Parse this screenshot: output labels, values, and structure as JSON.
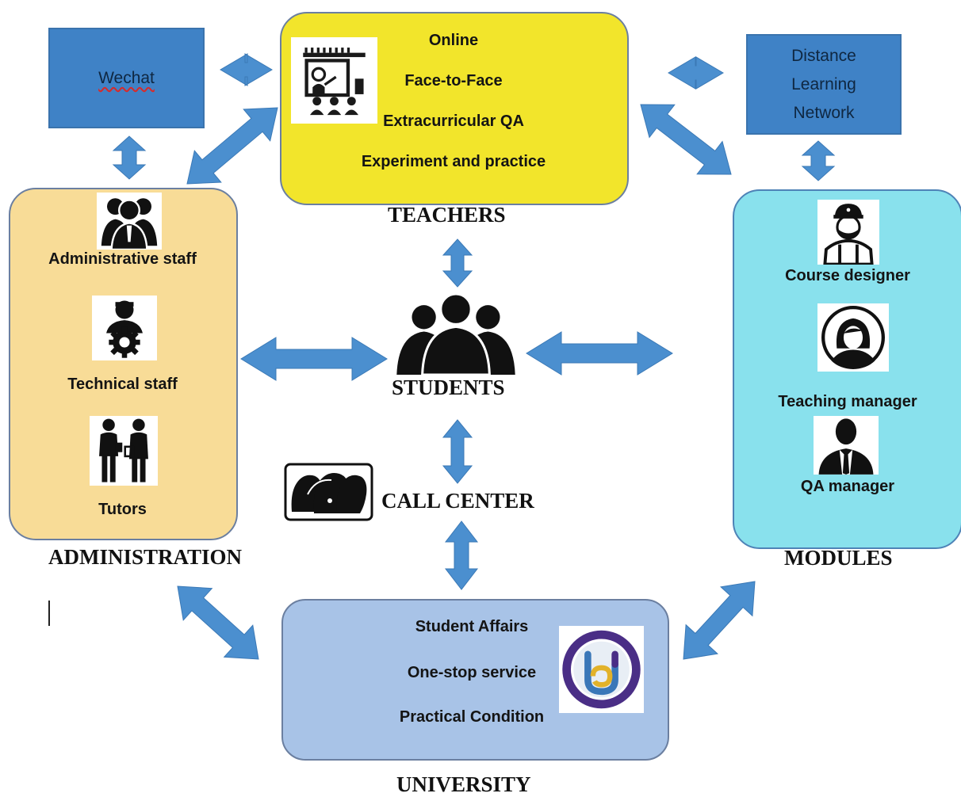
{
  "boxes": {
    "wechat": "Wechat",
    "distance_learning_network": [
      "Distance",
      "Learning",
      "Network"
    ]
  },
  "teachers": {
    "heading": "TEACHERS",
    "items": [
      "Online",
      "Face-to-Face",
      "Extracurricular QA",
      "Experiment and practice"
    ]
  },
  "administration": {
    "heading": "ADMINISTRATION",
    "items": [
      "Administrative staff",
      "Technical staff",
      "Tutors"
    ]
  },
  "students": {
    "heading": "STUDENTS"
  },
  "call_center": {
    "heading": "CALL CENTER"
  },
  "modules": {
    "heading": "MODULES",
    "items": [
      "Course designer",
      "Teaching manager",
      "QA manager"
    ]
  },
  "university": {
    "heading": "UNIVERSITY",
    "items": [
      "Student Affairs",
      "One-stop service",
      "Practical Condition"
    ]
  },
  "colors": {
    "arrow": "#4b8fcf",
    "blue_box": "#3f82c6",
    "teachers": "#f2e52b",
    "administration": "#f8dc97",
    "modules": "#89e1ed",
    "university": "#a8c3e7"
  },
  "icons": {
    "teachers": "classroom-icon",
    "administrative_staff": "staff-group-icon",
    "technical_staff": "technician-gear-icon",
    "tutors": "tutors-icon",
    "students": "students-group-icon",
    "call_center": "call-center-headset-icon",
    "course_designer": "designer-avatar-icon",
    "teaching_manager": "woman-avatar-icon",
    "qa_manager": "businessman-icon",
    "university_logo": "university-logo"
  }
}
